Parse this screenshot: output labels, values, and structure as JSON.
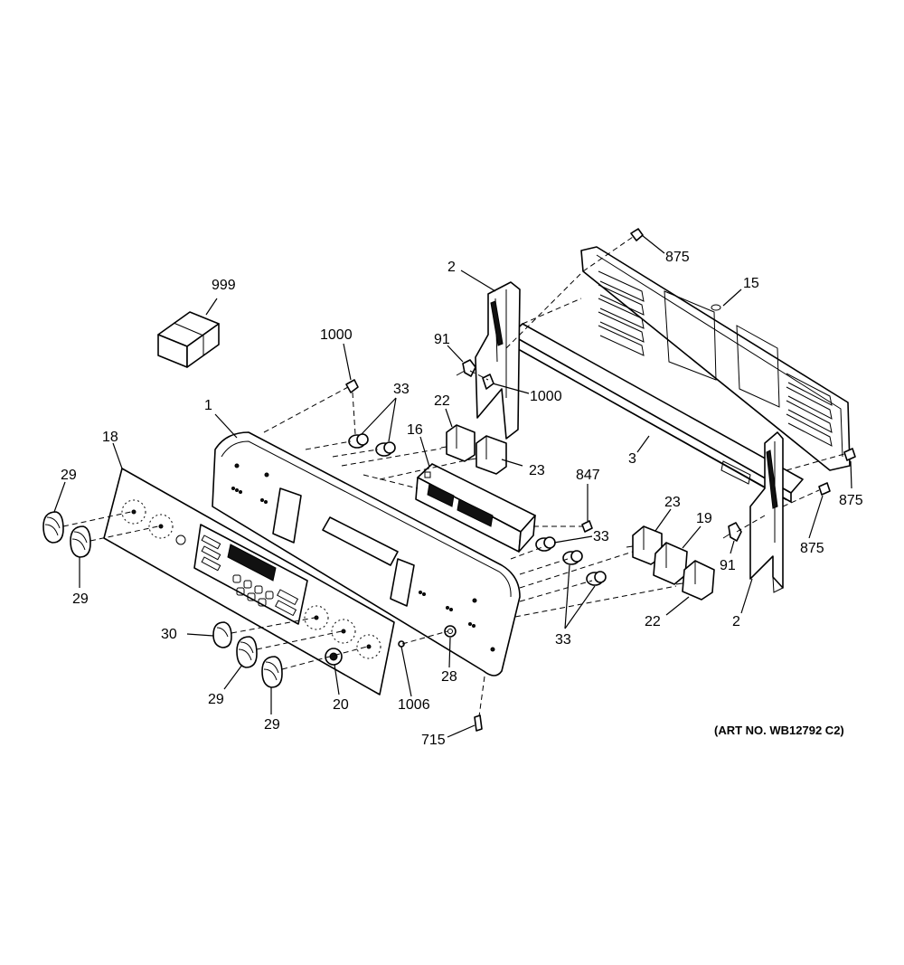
{
  "diagram": {
    "art_number": "(ART NO. WB12792 C2)",
    "callouts": {
      "p999": "999",
      "p1000a": "1000",
      "p1000b": "1000",
      "p1": "1",
      "p18": "18",
      "p29a": "29",
      "p29b": "29",
      "p29c": "29",
      "p29d": "29",
      "p30": "30",
      "p20": "20",
      "p1006": "1006",
      "p28": "28",
      "p715": "715",
      "p33a": "33",
      "p33b": "33",
      "p33c": "33",
      "p22a": "22",
      "p22b": "22",
      "p16": "16",
      "p23a": "23",
      "p23b": "23",
      "p847": "847",
      "p19": "19",
      "p2a": "2",
      "p2b": "2",
      "p91a": "91",
      "p91b": "91",
      "p3": "3",
      "p15": "15",
      "p875a": "875",
      "p875b": "875",
      "p875c": "875"
    }
  }
}
